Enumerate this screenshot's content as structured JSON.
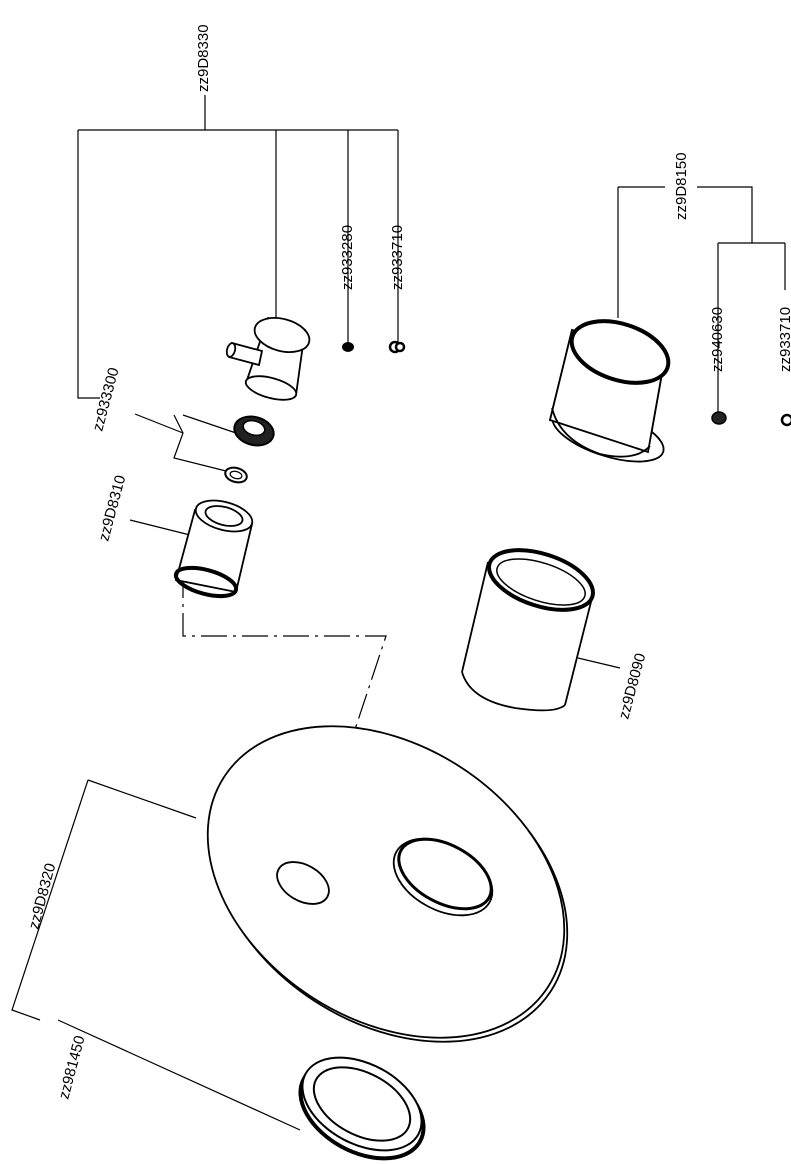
{
  "parts": {
    "valve_assembly": "zz9D8330",
    "screw_a": "zz933280",
    "screw_b": "zz933710",
    "seal_set": "zz933300",
    "adapter": "zz9D8310",
    "wall_plate": "zz9D8320",
    "rosette_ring": "zz981450",
    "sleeve": "zz9D8090",
    "cap_assembly": "zz9D8150",
    "grub_screw": "zz940630",
    "screw_c": "zz933710"
  }
}
